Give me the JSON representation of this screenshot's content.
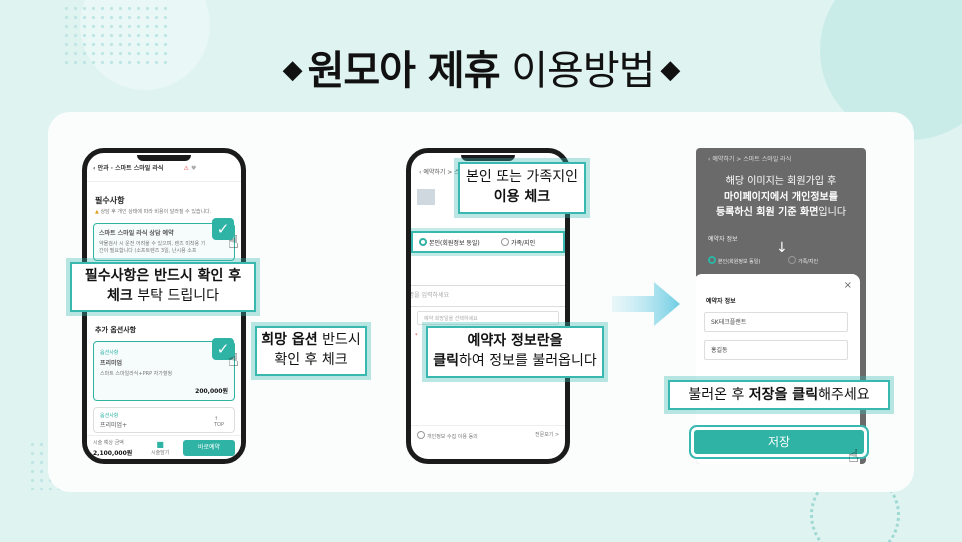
{
  "title": {
    "diamond": "◆",
    "bold": "원모아 제휴",
    "rest": "이용방법"
  },
  "phone1": {
    "header": "안과 · 스마트 스마일 라식",
    "section_required": "필수사항",
    "warning": "상담 후 개인 상태에 따라 비용이 달라질 수 있습니다.",
    "item1_title": "스마트 스마일 라식 상담 예약",
    "item1_desc": "약물검사 시 운전 어려울 수 있으며, 렌즈 미착용 기간이 필요합니다 (소프트렌즈 3일, 난시용 소프",
    "section_options": "추가 옵션사항",
    "opt1_tag": "옵션사항",
    "opt1_name": "프리미엄",
    "opt1_desc": "스마트 스마일라식+PRP 자가혈청",
    "opt1_price": "200,000원",
    "opt2_tag": "옵션사항",
    "opt2_name": "프리미엄+",
    "top_label": "TOP",
    "total_label": "시술 예상 금액",
    "total_price": "2,100,000원",
    "cart_label": "시술담기",
    "reserve_label": "바로예약"
  },
  "phone2": {
    "header": "예약하기 > 스마트 스마일 라식",
    "radio_self": "본인(회원정보 동일)",
    "radio_family": "가족/지인",
    "input_placeholder": "예약자명을 입력하세요",
    "input2_placeholder": "예약 희망일을 선택하세요",
    "consent": "개인정보 수집 이용 동의",
    "consent_link": "전문보기 >"
  },
  "phone3": {
    "header": "예약하기 > 스마트 스마일 라식",
    "overlay_line1": "해당 이미지는 회원가입 후",
    "overlay_line2": "마이페이지에서 개인정보를",
    "overlay_line3a": "등록하신 회원 기준 화면",
    "overlay_line3b": "입니다",
    "section": "예약자 정보",
    "radio_self": "본인(회원정보 동일)",
    "radio_family": "가족/지인",
    "sheet_title": "예약자 정보",
    "close": "×",
    "field1": "SK테크플랜트",
    "field2": "홍길동",
    "save": "저장"
  },
  "callouts": {
    "c1_bold": "필수사항은 반드시 확인 후",
    "c1_bold2": "체크",
    "c1_rest": " 부탁 드립니다",
    "c2_bold": "희망 옵션",
    "c2_rest1": " 반드시",
    "c2_line2": "확인 후 체크",
    "c3_line1": "본인 또는 가족지인",
    "c3_bold": "이용 체크",
    "c4_bold": "예약자 정보란을",
    "c4_bold2": "클릭",
    "c4_rest": "하여 정보를 불러옵니다",
    "c5_pre": "불러온 후 ",
    "c5_bold": "저장을 클릭",
    "c5_rest": "해주세요"
  },
  "colors": {
    "accent": "#2fb3a5",
    "background": "#dff3f1",
    "callout_border": "#39b8b0"
  }
}
